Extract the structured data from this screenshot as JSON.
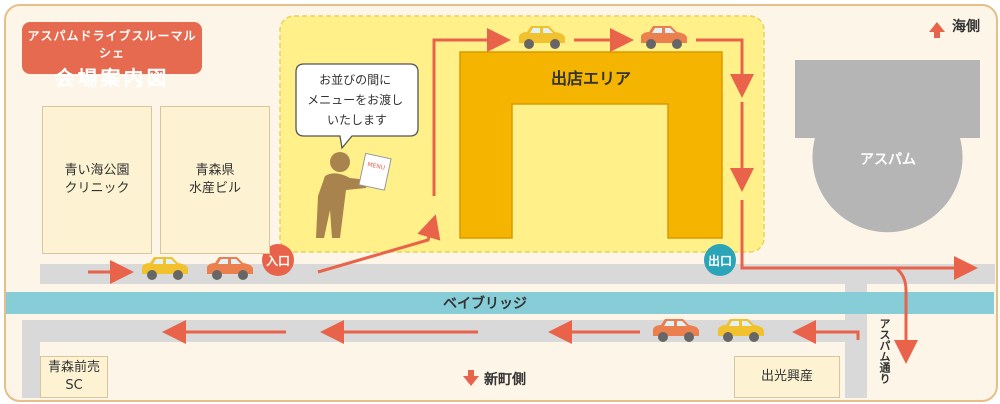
{
  "title": {
    "subtitle": "アスパムドライブスルーマルシェ",
    "main": "会場案内図"
  },
  "compass": {
    "sea": "海側",
    "shinmachi": "新町側"
  },
  "buildings": {
    "clinic": "青い海公園\nクリニック",
    "fisheries": "青森県\n水産ビル",
    "aspam": "アスパム",
    "sc": "青森前売\nSC",
    "dekou": "出光興産"
  },
  "vendor_area": "出店エリア",
  "bridge": "ベイブリッジ",
  "aspam_street": "アスパム通り",
  "entrance": "入口",
  "exit": "出口",
  "speech": "お並びの間に\nメニューをお渡し\nいたします",
  "menu_card": "MENU",
  "colors": {
    "accent": "#e66a4f",
    "route": "#e8634a",
    "vendor": "#f4b400",
    "zone": "#fff08a",
    "bridge": "#86cdd8",
    "road": "#d9d9d9",
    "exit_marker": "#2aa4b6",
    "car_yellow": "#f2c12e",
    "car_orange": "#eb7f4e"
  }
}
